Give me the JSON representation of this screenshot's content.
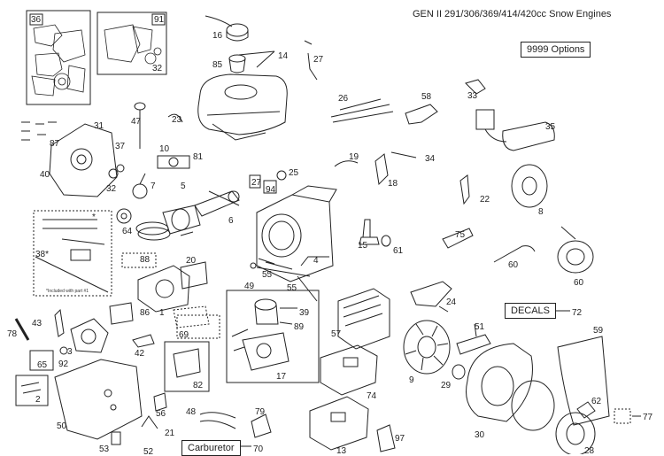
{
  "title": "GEN II 291/306/369/414/420cc Snow Engines",
  "boxed_labels": {
    "options": "9999 Options",
    "decals": "DECALS",
    "carburetor": "Carburetor"
  },
  "footnote": "*Included with part #1",
  "asterisk": "*",
  "parts": [
    {
      "id": "p36",
      "text": "36"
    },
    {
      "id": "p91",
      "text": "91"
    },
    {
      "id": "p32a",
      "text": "32"
    },
    {
      "id": "p16",
      "text": "16"
    },
    {
      "id": "p85",
      "text": "85"
    },
    {
      "id": "p14",
      "text": "14"
    },
    {
      "id": "p27a",
      "text": "27"
    },
    {
      "id": "p33",
      "text": "33"
    },
    {
      "id": "p26",
      "text": "26"
    },
    {
      "id": "p58",
      "text": "58"
    },
    {
      "id": "p35",
      "text": "35"
    },
    {
      "id": "p31",
      "text": "31"
    },
    {
      "id": "p47",
      "text": "47"
    },
    {
      "id": "p23",
      "text": "23"
    },
    {
      "id": "p87",
      "text": "87"
    },
    {
      "id": "p37",
      "text": "37"
    },
    {
      "id": "p10",
      "text": "10"
    },
    {
      "id": "p81",
      "text": "81"
    },
    {
      "id": "p19",
      "text": "19"
    },
    {
      "id": "p34",
      "text": "34"
    },
    {
      "id": "p25",
      "text": "25"
    },
    {
      "id": "p40",
      "text": "40"
    },
    {
      "id": "p32b",
      "text": "32"
    },
    {
      "id": "p7",
      "text": "7"
    },
    {
      "id": "p5",
      "text": "5"
    },
    {
      "id": "p27b",
      "text": "27"
    },
    {
      "id": "p94",
      "text": "94"
    },
    {
      "id": "p18",
      "text": "18"
    },
    {
      "id": "p22",
      "text": "22"
    },
    {
      "id": "p8",
      "text": "8"
    },
    {
      "id": "p64",
      "text": "64"
    },
    {
      "id": "p6",
      "text": "6"
    },
    {
      "id": "p15",
      "text": "15"
    },
    {
      "id": "p61",
      "text": "61"
    },
    {
      "id": "p75",
      "text": "75"
    },
    {
      "id": "p38",
      "text": "38*"
    },
    {
      "id": "p20",
      "text": "20"
    },
    {
      "id": "p88",
      "text": "88"
    },
    {
      "id": "p4",
      "text": "4"
    },
    {
      "id": "p49",
      "text": "49"
    },
    {
      "id": "p55a",
      "text": "55"
    },
    {
      "id": "p55b",
      "text": "55"
    },
    {
      "id": "p60a",
      "text": "60"
    },
    {
      "id": "p60b",
      "text": "60"
    },
    {
      "id": "p1",
      "text": "1"
    },
    {
      "id": "p86",
      "text": "86"
    },
    {
      "id": "p24",
      "text": "24"
    },
    {
      "id": "p39",
      "text": "39"
    },
    {
      "id": "p89",
      "text": "89"
    },
    {
      "id": "p72",
      "text": "72"
    },
    {
      "id": "p43",
      "text": "43"
    },
    {
      "id": "p78",
      "text": "78"
    },
    {
      "id": "p3",
      "text": "3"
    },
    {
      "id": "p69",
      "text": "69"
    },
    {
      "id": "p57",
      "text": "57"
    },
    {
      "id": "p51",
      "text": "51"
    },
    {
      "id": "p59",
      "text": "59"
    },
    {
      "id": "p42",
      "text": "42"
    },
    {
      "id": "p65",
      "text": "65"
    },
    {
      "id": "p92",
      "text": "92"
    },
    {
      "id": "p82",
      "text": "82"
    },
    {
      "id": "p17",
      "text": "17"
    },
    {
      "id": "p9",
      "text": "9"
    },
    {
      "id": "p29",
      "text": "29"
    },
    {
      "id": "p74",
      "text": "74"
    },
    {
      "id": "p2",
      "text": "2"
    },
    {
      "id": "p50",
      "text": "50"
    },
    {
      "id": "p56",
      "text": "56"
    },
    {
      "id": "p48",
      "text": "48"
    },
    {
      "id": "p79",
      "text": "79"
    },
    {
      "id": "p21",
      "text": "21"
    },
    {
      "id": "p13",
      "text": "13"
    },
    {
      "id": "p97",
      "text": "97"
    },
    {
      "id": "p30",
      "text": "30"
    },
    {
      "id": "p62",
      "text": "62"
    },
    {
      "id": "p77",
      "text": "77"
    },
    {
      "id": "p28",
      "text": "28"
    },
    {
      "id": "p53",
      "text": "53"
    },
    {
      "id": "p52",
      "text": "52"
    },
    {
      "id": "p70",
      "text": "70"
    }
  ]
}
